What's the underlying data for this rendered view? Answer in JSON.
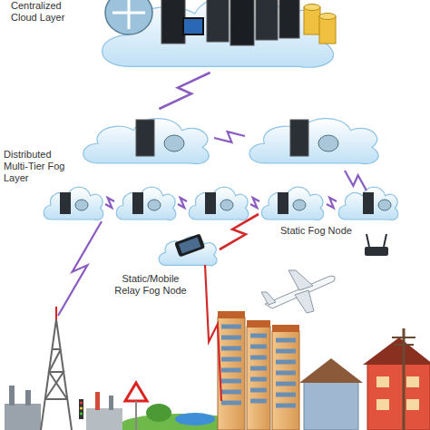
{
  "diagram": {
    "nodes": [
      {
        "text": [
          "Centralized Cloud Layer"
        ]
      },
      {
        "text": [
          "Distributed Multi-Tier Fog Layer"
        ]
      },
      {
        "text": [
          "Static Fog Node"
        ],
        "in": 1
      },
      {
        "text": [
          "Static/Mobile Relay Fog Node"
        ]
      }
    ],
    "edges": [
      {
        "from": 0,
        "to": 1,
        "arrow": "none"
      },
      {
        "from": 3,
        "to": 2,
        "arrow": "none"
      }
    ]
  }
}
